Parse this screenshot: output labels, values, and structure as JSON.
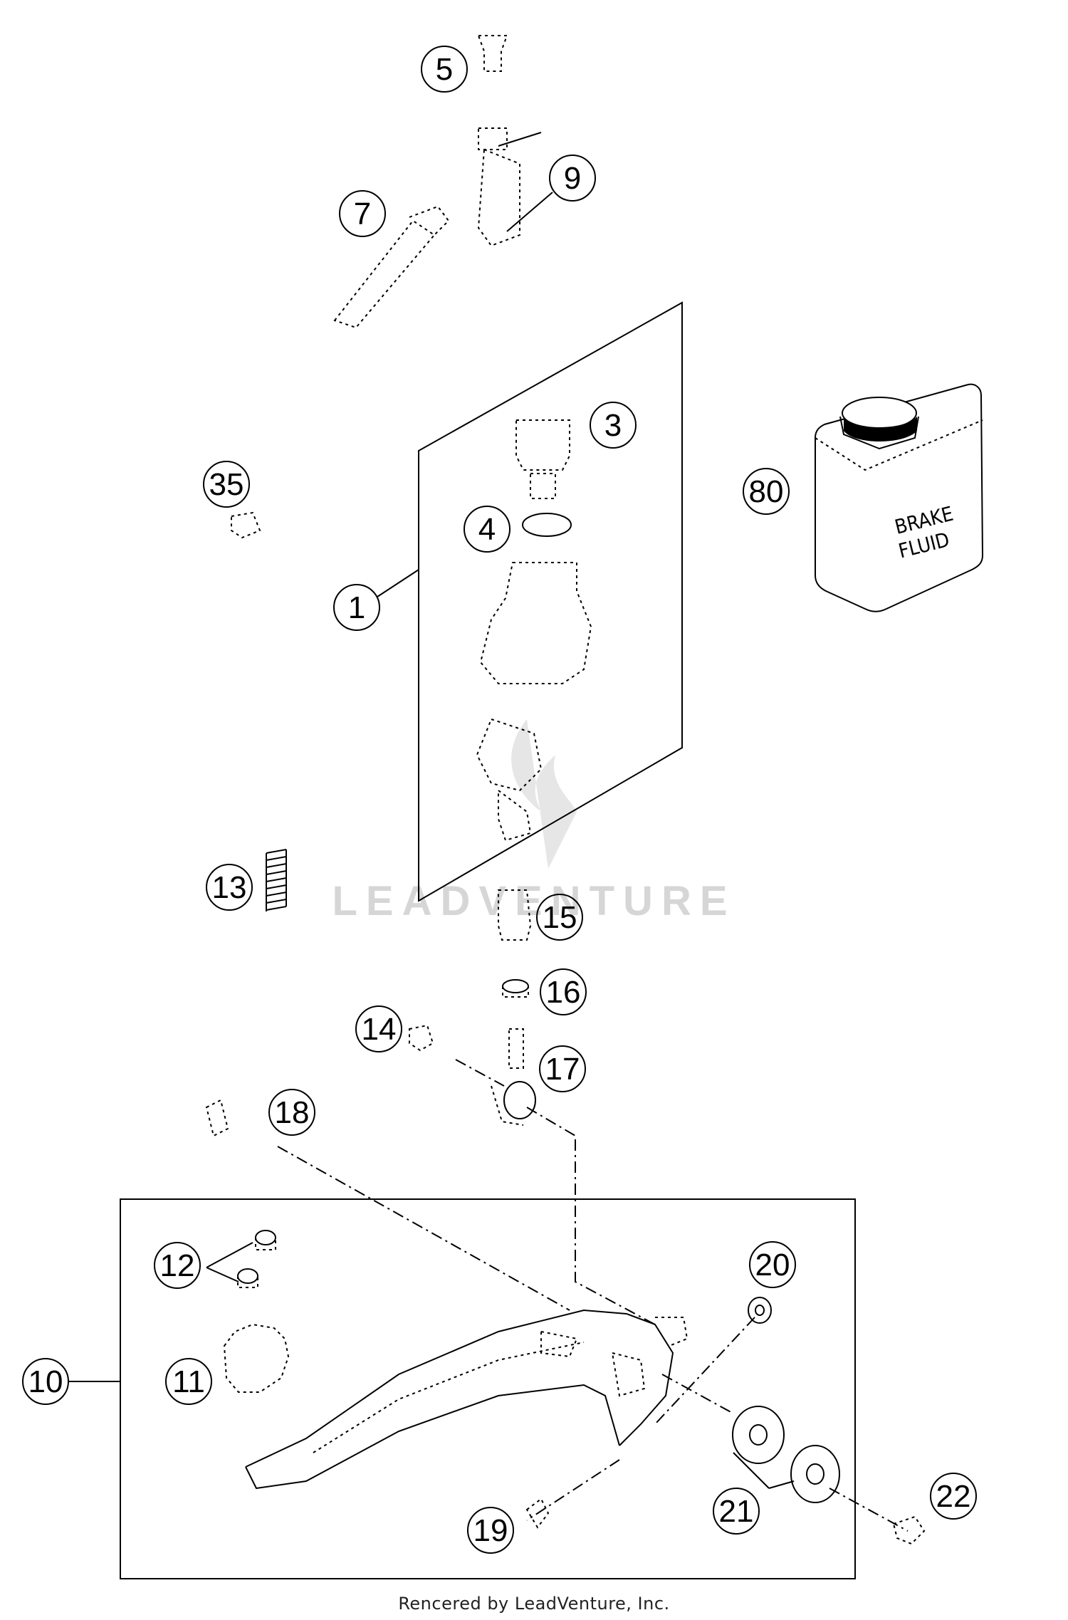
{
  "callouts": {
    "c1": "1",
    "c3": "3",
    "c4": "4",
    "c5": "5",
    "c7": "7",
    "c9": "9",
    "c10": "10",
    "c11": "11",
    "c12": "12",
    "c13": "13",
    "c14": "14",
    "c15": "15",
    "c16": "16",
    "c17": "17",
    "c18": "18",
    "c19": "19",
    "c20": "20",
    "c21": "21",
    "c22": "22",
    "c35": "35",
    "c80": "80"
  },
  "bottle_label": {
    "line1": "BRAKE",
    "line2": "FLUID"
  },
  "watermark": "LEADVENTURE",
  "footer": "Rencered by LeadVenture, Inc.",
  "colors": {
    "ink": "#000000",
    "watermark": "#d6d6d6",
    "background": "#ffffff"
  }
}
